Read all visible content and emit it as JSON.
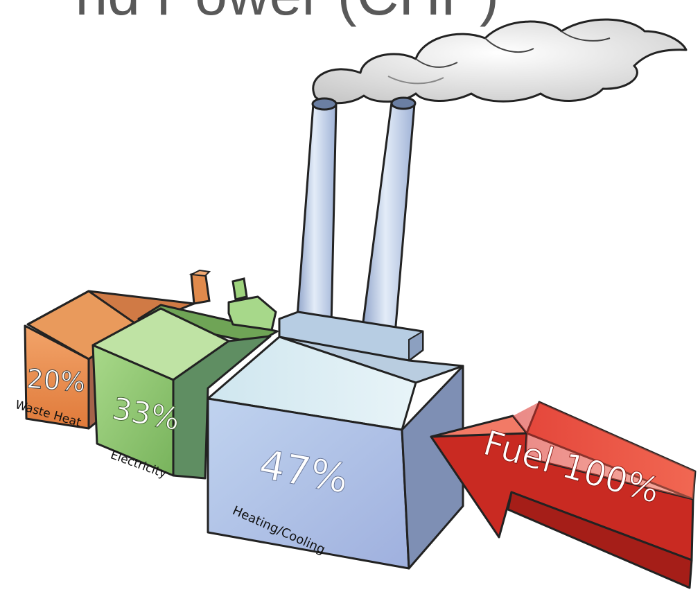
{
  "title": "nd Power (CHP)",
  "blocks": {
    "waste_heat": {
      "percent": "20%",
      "label": "Waste Heat",
      "color": "#e8894b"
    },
    "electricity": {
      "percent": "33%",
      "label": "Electricity",
      "color": "#8ec86f"
    },
    "heating_cooling": {
      "percent": "47%",
      "label": "Heating/Cooling",
      "color": "#a9bde3"
    }
  },
  "fuel_arrow": {
    "label": "Fuel 100%",
    "color": "#e8403a"
  }
}
